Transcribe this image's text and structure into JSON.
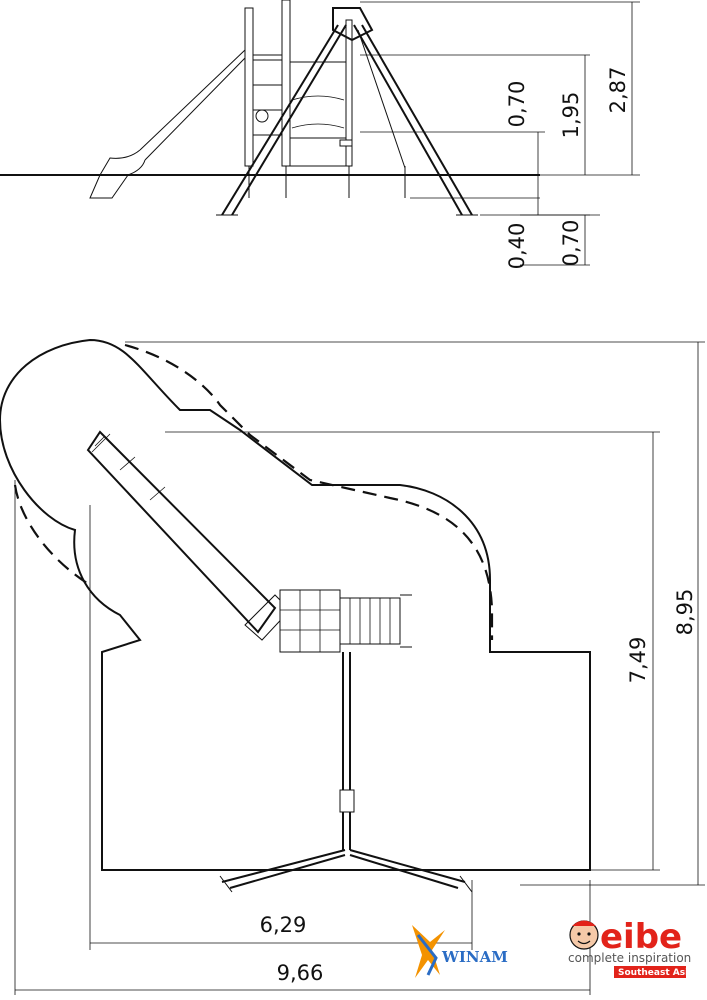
{
  "elevation_dimensions": {
    "total_height": "2,87",
    "platform_height": "1,95",
    "upper_section": "0,70",
    "foundation_depth": "0,40",
    "lower_depth": "0,70"
  },
  "plan_dimensions": {
    "overall_depth": "8,95",
    "equipment_depth": "7,49",
    "equipment_width": "6,29",
    "overall_width": "9,66"
  },
  "logos": {
    "eibe": {
      "name": "eibe",
      "tagline": "complete inspiration",
      "region": "Southeast Asia",
      "color": "#e2231a"
    },
    "winam": {
      "name": "WINAM",
      "color": "#2a6cc4"
    }
  }
}
